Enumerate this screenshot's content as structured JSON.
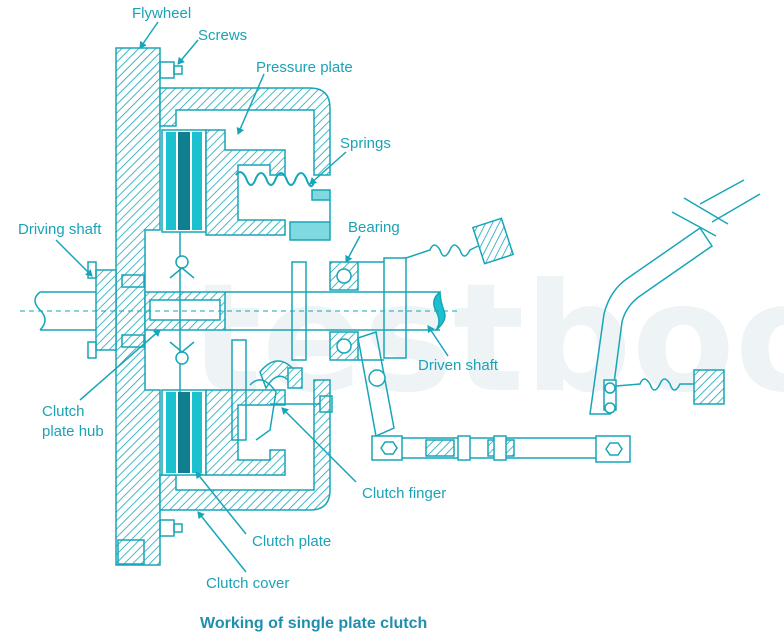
{
  "colors": {
    "line": "#17a6b8",
    "fill": "#1cc1cf",
    "dark": "#0f7f8f",
    "light_fill": "#7fd9e0",
    "label": "#1aa3b6",
    "caption": "#1f8fb0",
    "watermark": "#eef3f6"
  },
  "labels": {
    "flywheel": "Flywheel",
    "screws": "Screws",
    "pressure_plate": "Pressure plate",
    "springs": "Springs",
    "driving_shaft": "Driving shaft",
    "bearing": "Bearing",
    "driven_shaft": "Driven shaft",
    "clutch_plate_hub_line1": "Clutch",
    "clutch_plate_hub_line2": "plate hub",
    "clutch_finger": "Clutch finger",
    "clutch_plate": "Clutch plate",
    "clutch_cover": "Clutch cover"
  },
  "caption": "Working of single plate clutch",
  "watermark": "testbook"
}
